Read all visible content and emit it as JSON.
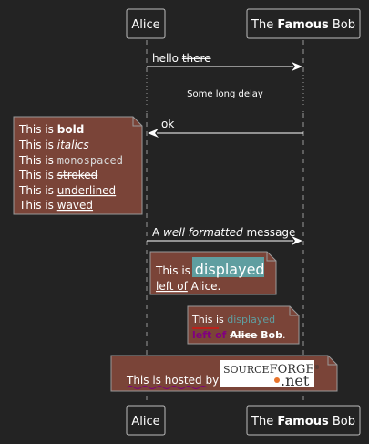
{
  "participants": {
    "alice": {
      "label": "Alice"
    },
    "bob": {
      "label_prefix": "The ",
      "label_bold": "Famous",
      "label_suffix": " Bob"
    }
  },
  "messages": {
    "m1": {
      "text": "hello ",
      "struck": "there"
    },
    "delay": {
      "prefix": "Some ",
      "underlined": "long delay"
    },
    "m2": {
      "text": "ok"
    },
    "m3": {
      "prefix": "A ",
      "italic": "well formatted",
      "suffix": " message"
    }
  },
  "notes": {
    "formatting": {
      "lines": [
        {
          "prefix": "This is ",
          "styled": "bold",
          "style": "bold"
        },
        {
          "prefix": "This is ",
          "styled": "italics",
          "style": "italic"
        },
        {
          "prefix": "This is ",
          "styled": "monospaced",
          "style": "mono"
        },
        {
          "prefix": "This is ",
          "styled": "stroked",
          "style": "strike"
        },
        {
          "prefix": "This is ",
          "styled": "underlined",
          "style": "underline"
        },
        {
          "prefix": "This is ",
          "styled": "waved",
          "style": "wave"
        }
      ]
    },
    "displayed": {
      "prefix": "This is ",
      "highlight": "displayed",
      "line2_underlined": "left of",
      "line2_suffix": " Alice."
    },
    "colored": {
      "prefix": "This is ",
      "colored": "displayed",
      "line2_colored": "left of ",
      "line2_struck": "Alice",
      "line2_bold": "Bob",
      "line2_end": "."
    },
    "hosted": {
      "text": "This is hosted by",
      "logo_source": "SOURCE",
      "logo_forge": "FORGE",
      "logo_net": ".net",
      "logo_tm": "®"
    }
  },
  "colors": {
    "background": "#232323",
    "note_fill": "#7a4438",
    "note_border": "#9a9a9a",
    "participant_fill": "#232323",
    "participant_border": "#bdbdbd",
    "lifeline": "#9a9a9a",
    "highlight_bg": "#5f9ea0",
    "teal": "#5f9ea0",
    "purple": "#800080",
    "wave": "#ff0000"
  },
  "icons": {
    "arrow_right": "solid-arrowhead-right",
    "arrow_left": "solid-arrowhead-left",
    "note_fold": "folded-corner"
  }
}
